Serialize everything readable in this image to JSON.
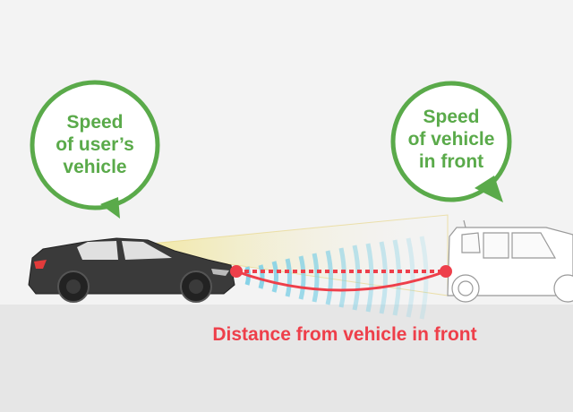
{
  "diagram": {
    "user_vehicle_bubble": {
      "lines": [
        "Speed",
        "of user’s",
        "vehicle"
      ]
    },
    "front_vehicle_bubble": {
      "lines": [
        "Speed",
        "of vehicle",
        "in front"
      ]
    },
    "distance_label": "Distance from vehicle in front",
    "colors": {
      "bubble_green": "#5aaa4a",
      "distance_red": "#ee3f4a",
      "radar_blue": "#7fd0e6",
      "beam_yellow": "#f2e8a6",
      "sky": "#f3f3f3",
      "road": "#e6e6e6",
      "user_car": "#3a3a3a"
    }
  }
}
